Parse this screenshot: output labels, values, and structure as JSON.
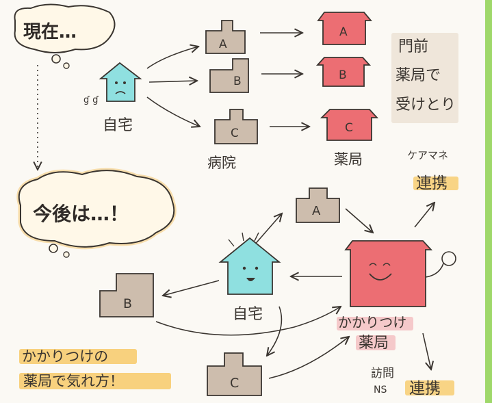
{
  "colors": {
    "home": "#8fe0e0",
    "hospital": "#cdbdad",
    "pharmacy": "#ec6e73",
    "highlight": "#f7c760",
    "line": "#3a3530",
    "cloud": "#fff8e8",
    "cloud_glow": "#f6c873",
    "page_edge": "#9fd86a"
  },
  "current": {
    "bubble": "現在…",
    "home_label": "自宅",
    "hospitals": [
      "A",
      "B",
      "C"
    ],
    "pharmacies": [
      "A",
      "B",
      "C"
    ],
    "hospital_label": "病院",
    "pharmacy_label": "薬局",
    "note_lines": [
      "門前",
      "薬局で",
      "受けとり"
    ]
  },
  "future": {
    "bubble": "今後は…！",
    "home_label": "自宅",
    "hospitals": [
      "A",
      "B",
      "C"
    ],
    "pharmacy_label_1": "かかりつけ",
    "pharmacy_label_2": "薬局",
    "care_manager": "ケアマネ",
    "link_1": "連携",
    "visit_1": "訪問",
    "visit_2": "NS",
    "link_2": "連携",
    "slogan_1": "かかりつけの",
    "slogan_2": "薬局で気れ方！"
  }
}
